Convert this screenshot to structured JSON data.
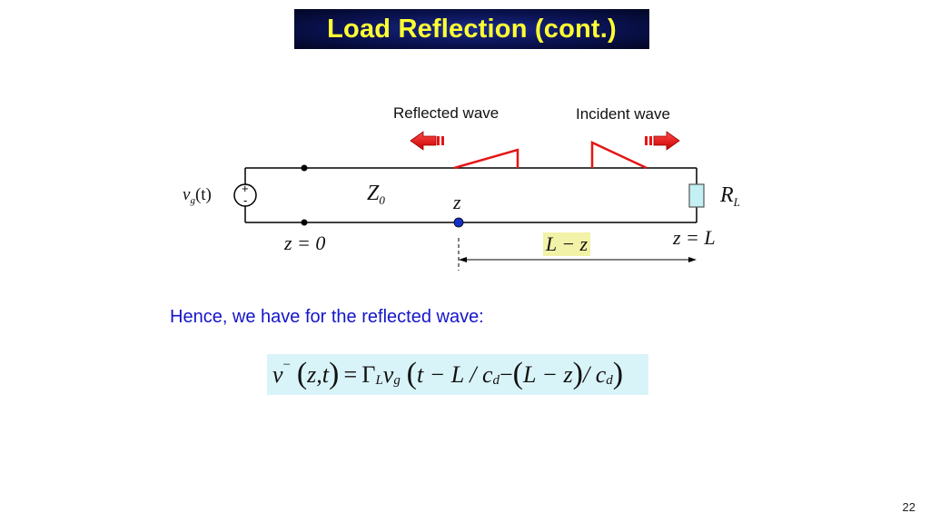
{
  "title": "Load Reflection (cont.)",
  "diagram": {
    "reflected_label": "Reflected wave",
    "incident_label": "Incident wave",
    "source": {
      "v": "v",
      "sub": "g",
      "arg": "(t)",
      "plus": "+",
      "minus": "-"
    },
    "line_impedance": {
      "base": "Z",
      "sub": "0"
    },
    "position_label": "z",
    "load": {
      "base": "R",
      "sub": "L"
    },
    "z0_label": "z = 0",
    "zL_label": "z = L",
    "distance_label": "L − z"
  },
  "text": {
    "hence": "Hence, we have for the reflected wave:"
  },
  "equation": {
    "lhs_v": "v",
    "lhs_sup": "−",
    "lhs_args": "z,t",
    "gamma": "Γ",
    "gamma_sub": "L",
    "vg": "v",
    "vg_sub": "g",
    "term1": "t − L / c",
    "cd_sub": "d",
    "minus": " − ",
    "inner": "L − z",
    "slash_c": " / c",
    "cd_sub2": "d"
  },
  "colors": {
    "title_text": "#ffff33",
    "title_bg": "#0a1250",
    "arrow": "#e51616",
    "wave": "#e51616",
    "hence_text": "#1515c8",
    "equation_bg": "#d9f4f8",
    "distance_bg": "#f2f2a8",
    "position_dot": "#1530c8",
    "load_fill": "#c4f0f4"
  },
  "page_number": "22"
}
